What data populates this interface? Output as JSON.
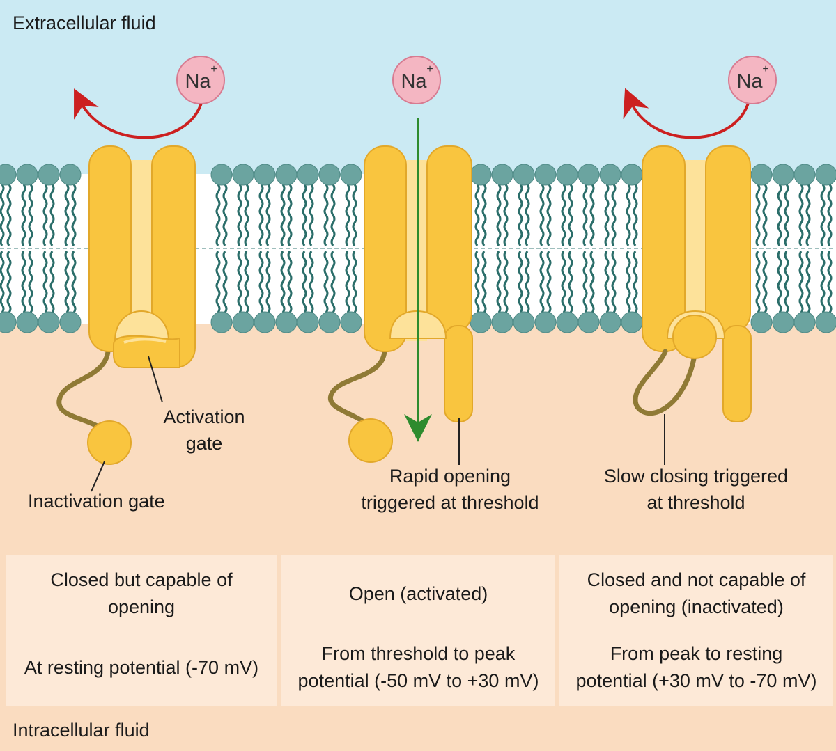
{
  "regions": {
    "extracellular": "Extracellular fluid",
    "intracellular": "Intracellular fluid"
  },
  "ion": {
    "symbol": "Na",
    "charge": "+"
  },
  "labels": {
    "activation_gate": [
      "Activation",
      "gate"
    ],
    "inactivation_gate": "Inactivation gate",
    "rapid_opening": [
      "Rapid opening",
      "triggered at threshold"
    ],
    "slow_closing": [
      "Slow closing triggered",
      "at threshold"
    ]
  },
  "panels": [
    {
      "state": [
        "Closed but capable of",
        "opening"
      ],
      "potential": [
        "At resting potential (-70 mV)"
      ]
    },
    {
      "state": [
        "Open (activated)"
      ],
      "potential": [
        "From threshold to peak",
        "potential (-50 mV to +30 mV)"
      ]
    },
    {
      "state": [
        "Closed and not capable of",
        "opening (inactivated)"
      ],
      "potential": [
        "From peak to resting",
        "potential (+30 mV to -70 mV)"
      ]
    }
  ],
  "colors": {
    "extracellular_bg": "#cbeaf3",
    "intracellular_bg": "#fadcc0",
    "panel_bg": "#fde9d7",
    "lipid_head": "#6ba4a0",
    "lipid_tail": "#2b6e6a",
    "channel": "#f9c53f",
    "channel_edge": "#e2a82a",
    "pore": "#fde29a",
    "tether": "#8f7a35",
    "ion_fill": "#f4b6c2",
    "ion_edge": "#d77b91",
    "efflux_arrow": "#cc2020",
    "influx_arrow": "#2e8b2e"
  }
}
